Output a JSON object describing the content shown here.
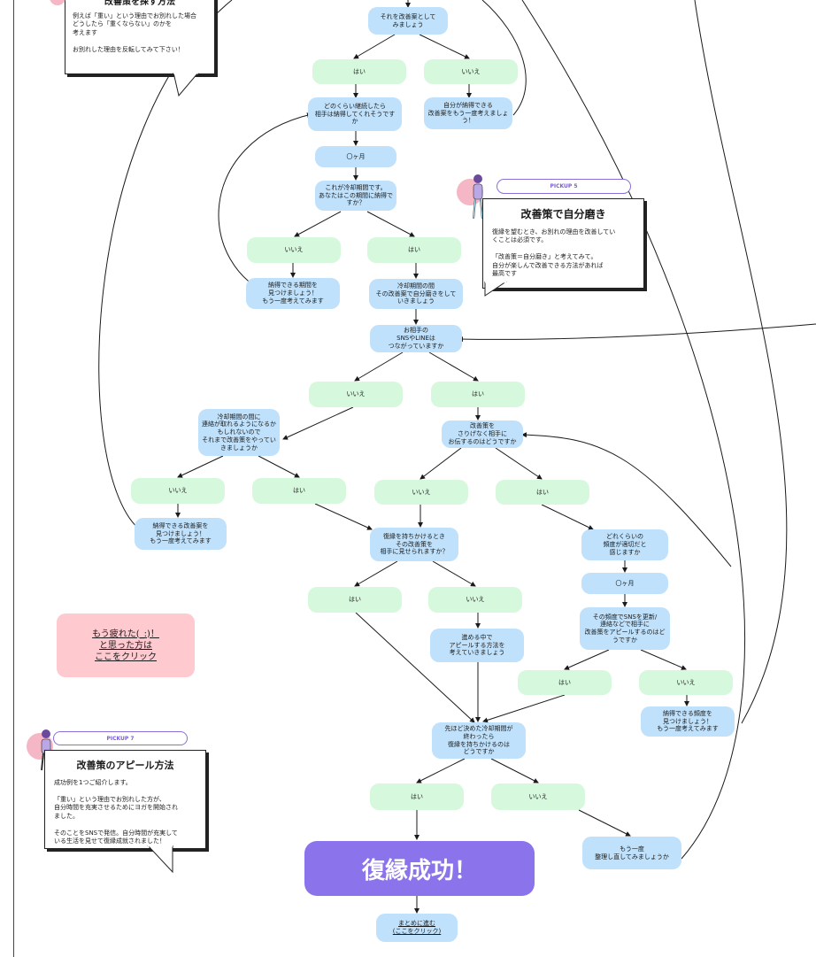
{
  "colors": {
    "blue": "#bfe1fb",
    "green": "#d6f8dd",
    "purple": "#8b73ec",
    "pink": "#ffc9d0",
    "line": "#1a1a1a"
  },
  "nodes": {
    "n1": "それを改善案として\nみましょう",
    "n2": "はい",
    "n3": "いいえ",
    "n4": "どのくらい継続したら\n相手は納得してくれそうです\nか",
    "n5": "自分が納得できる\n改善案をもう一度考えましょ\nう！",
    "n6": "〇ヶ月",
    "n7": "これが冷却期間です。\nあなたはこの期間に納得で\nすか？",
    "n8": "いいえ",
    "n9": "はい",
    "n10": "納得できる期間を\n見つけましょう！\nもう一度考えてみます",
    "n11": "冷却期間の間\nその改善案で自分磨きをして\nいきましょう",
    "n12": "お相手の\nSNSやLINEは\nつながっていますか",
    "n13": "いいえ",
    "n14": "はい",
    "n15": "冷却期間の間に\n連絡が取れるようになるか\nもしれないので\nそれまで改善策をやってい\nきましょうか",
    "n16": "改善策を\nさりげなく相手に\nお伝するのはどうですか",
    "n17": "いいえ",
    "n18": "はい",
    "n19": "いいえ",
    "n20": "はい",
    "n21": "納得できる改善案を\n見つけましょう！\nもう一度考えてみます",
    "n22": "復縁を持ちかけるとき\nその改善策を\n相手に見せられますか？",
    "n23": "どれくらいの\n頻度が適切だと\n感じますか",
    "n24": "〇ヶ月",
    "n25": "はい",
    "n26": "いいえ",
    "n27": "その頻度でSNSを更新/\n連絡などで相手に\n改善策をアピールするのはど\nうですか",
    "n28": "進める中で\nアピールする方法を\n考えていきましょう",
    "n29": "はい",
    "n30": "いいえ",
    "n31": "納得できる頻度を\n見つけましょう！\nもう一度考えてみます",
    "n32": "先ほど決めた冷却期間が\n終わったら\n復縁を持ちかけるのは\nどうですか",
    "n33": "はい",
    "n34": "いいえ",
    "n35": "もう一度\n整理し直してみましょうか"
  },
  "note_top": {
    "title": "改善策を探す方法",
    "body": "例えば「重い」という理由でお別れした場合\nどうしたら「重くならない」のかを\n考えます\n\nお別れした理由を反転してみて下さい！"
  },
  "note5": {
    "pickup": "PICKUP 5",
    "title": "改善策で自分磨き",
    "body": "復縁を望むとき、お別れの理由を改善してい\nくことは必須です。\n\n「改善策＝自分磨き」と考えてみて。\n自分が楽しんで改善できる方法があれば\n最高です"
  },
  "note7": {
    "pickup": "PICKUP 7",
    "title": "改善策のアピール方法",
    "body": "成功例を1つご紹介します。\n\n「重い」という理由でお別れした方が、\n自分時間を充実させるためにヨガを開始され\nました。\n\nそのことをSNSで発信。自分時間が充実して\nいる生活を見せて復縁成就されました！"
  },
  "tired": {
    "line1": "もう疲れた(_:)！",
    "line2": "と思った方は",
    "line3": "ここをクリック"
  },
  "success": "復縁成功！",
  "summary": {
    "line1": "まとめに進む",
    "line2": "(ここをクリック)"
  }
}
